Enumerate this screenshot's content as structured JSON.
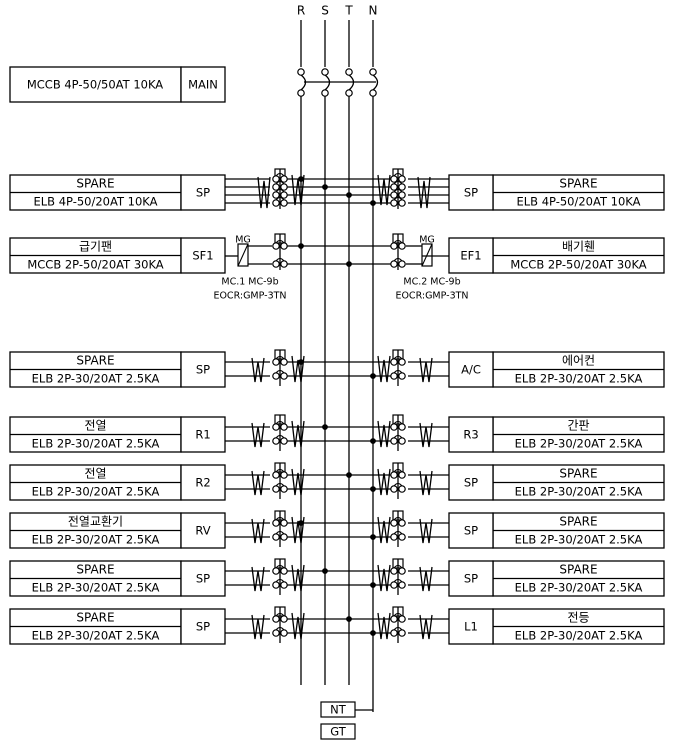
{
  "buses": [
    "R",
    "S",
    "T",
    "N"
  ],
  "main": {
    "rating": "MCCB 4P-50/50AT 10KA",
    "tag": "MAIN"
  },
  "left_circuits": [
    {
      "name": "SPARE",
      "rating": "ELB 4P-50/20AT 10KA",
      "tag": "SP"
    },
    {
      "name": "급기팬",
      "rating": "MCCB 2P-50/20AT 30KA",
      "tag": "SF1"
    },
    {
      "name": "SPARE",
      "rating": "ELB 2P-30/20AT 2.5KA",
      "tag": "SP"
    },
    {
      "name": "전열",
      "rating": "ELB 2P-30/20AT 2.5KA",
      "tag": "R1"
    },
    {
      "name": "전열",
      "rating": "ELB 2P-30/20AT 2.5KA",
      "tag": "R2"
    },
    {
      "name": "전열교환기",
      "rating": "ELB 2P-30/20AT 2.5KA",
      "tag": "RV"
    },
    {
      "name": "SPARE",
      "rating": "ELB 2P-30/20AT 2.5KA",
      "tag": "SP"
    },
    {
      "name": "SPARE",
      "rating": "ELB 2P-30/20AT 2.5KA",
      "tag": "SP"
    }
  ],
  "right_circuits": [
    {
      "name": "SPARE",
      "rating": "ELB 4P-50/20AT 10KA",
      "tag": "SP"
    },
    {
      "name": "배기휀",
      "rating": "MCCB 2P-50/20AT 30KA",
      "tag": "EF1"
    },
    {
      "name": "에어컨",
      "rating": "ELB 2P-30/20AT 2.5KA",
      "tag": "A/C"
    },
    {
      "name": "간판",
      "rating": "ELB 2P-30/20AT 2.5KA",
      "tag": "R3"
    },
    {
      "name": "SPARE",
      "rating": "ELB 2P-30/20AT 2.5KA",
      "tag": "SP"
    },
    {
      "name": "SPARE",
      "rating": "ELB 2P-30/20AT 2.5KA",
      "tag": "SP"
    },
    {
      "name": "SPARE",
      "rating": "ELB 2P-30/20AT 2.5KA",
      "tag": "SP"
    },
    {
      "name": "전등",
      "rating": "ELB 2P-30/20AT 2.5KA",
      "tag": "L1"
    }
  ],
  "motor_left": {
    "mg": "MG",
    "mc": "MC.1 MC-9b",
    "eocr": "EOCR:GMP-3TN"
  },
  "motor_right": {
    "mg": "MG",
    "mc": "MC.2 MC-9b",
    "eocr": "EOCR:GMP-3TN"
  },
  "terminals": {
    "neutral": "NT",
    "ground": "GT"
  }
}
